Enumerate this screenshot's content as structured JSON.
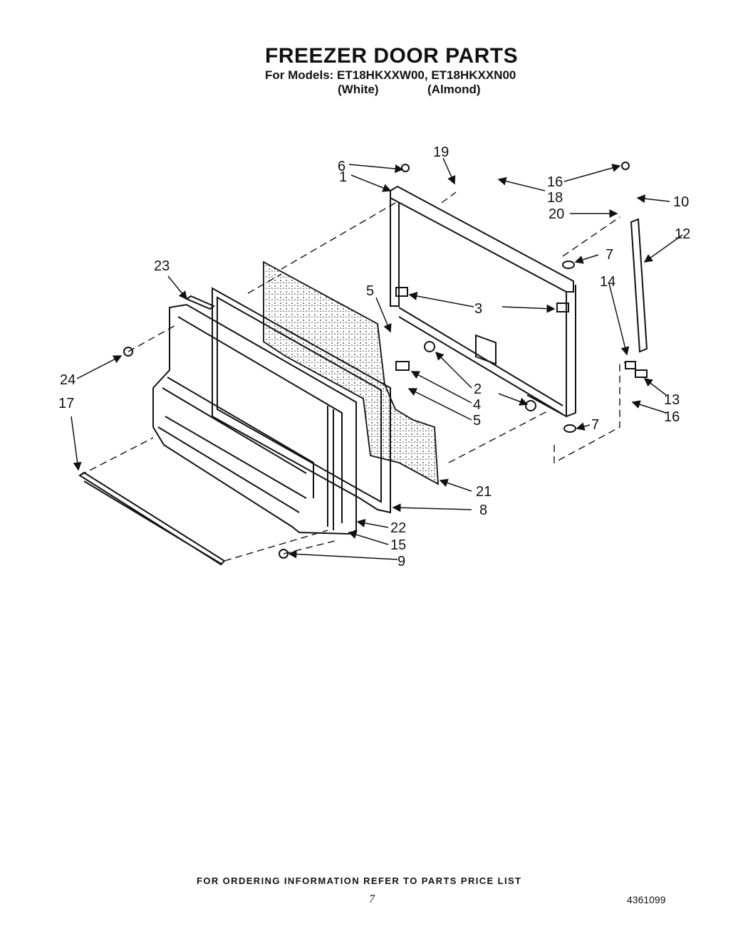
{
  "header": {
    "title": "FREEZER DOOR PARTS",
    "models": "For Models: ET18HKXXW00, ET18HKXXN00",
    "color_white": "(White)",
    "color_almond": "(Almond)"
  },
  "callouts": [
    {
      "id": "c1",
      "label": "1"
    },
    {
      "id": "c2",
      "label": "2"
    },
    {
      "id": "c3",
      "label": "3"
    },
    {
      "id": "c4",
      "label": "4"
    },
    {
      "id": "c5a",
      "label": "5"
    },
    {
      "id": "c5b",
      "label": "5"
    },
    {
      "id": "c6",
      "label": "6"
    },
    {
      "id": "c7a",
      "label": "7"
    },
    {
      "id": "c7b",
      "label": "7"
    },
    {
      "id": "c8",
      "label": "8"
    },
    {
      "id": "c9",
      "label": "9"
    },
    {
      "id": "c10",
      "label": "10"
    },
    {
      "id": "c12",
      "label": "12"
    },
    {
      "id": "c13",
      "label": "13"
    },
    {
      "id": "c14",
      "label": "14"
    },
    {
      "id": "c15",
      "label": "15"
    },
    {
      "id": "c16a",
      "label": "16"
    },
    {
      "id": "c16b",
      "label": "16"
    },
    {
      "id": "c17",
      "label": "17"
    },
    {
      "id": "c18",
      "label": "18"
    },
    {
      "id": "c19",
      "label": "19"
    },
    {
      "id": "c20",
      "label": "20"
    },
    {
      "id": "c21",
      "label": "21"
    },
    {
      "id": "c22",
      "label": "22"
    },
    {
      "id": "c23",
      "label": "23"
    },
    {
      "id": "c24",
      "label": "24"
    }
  ],
  "footer": {
    "ordering_info": "FOR ORDERING INFORMATION REFER TO PARTS PRICE LIST",
    "page_number": "7",
    "doc_number": "4361099"
  }
}
